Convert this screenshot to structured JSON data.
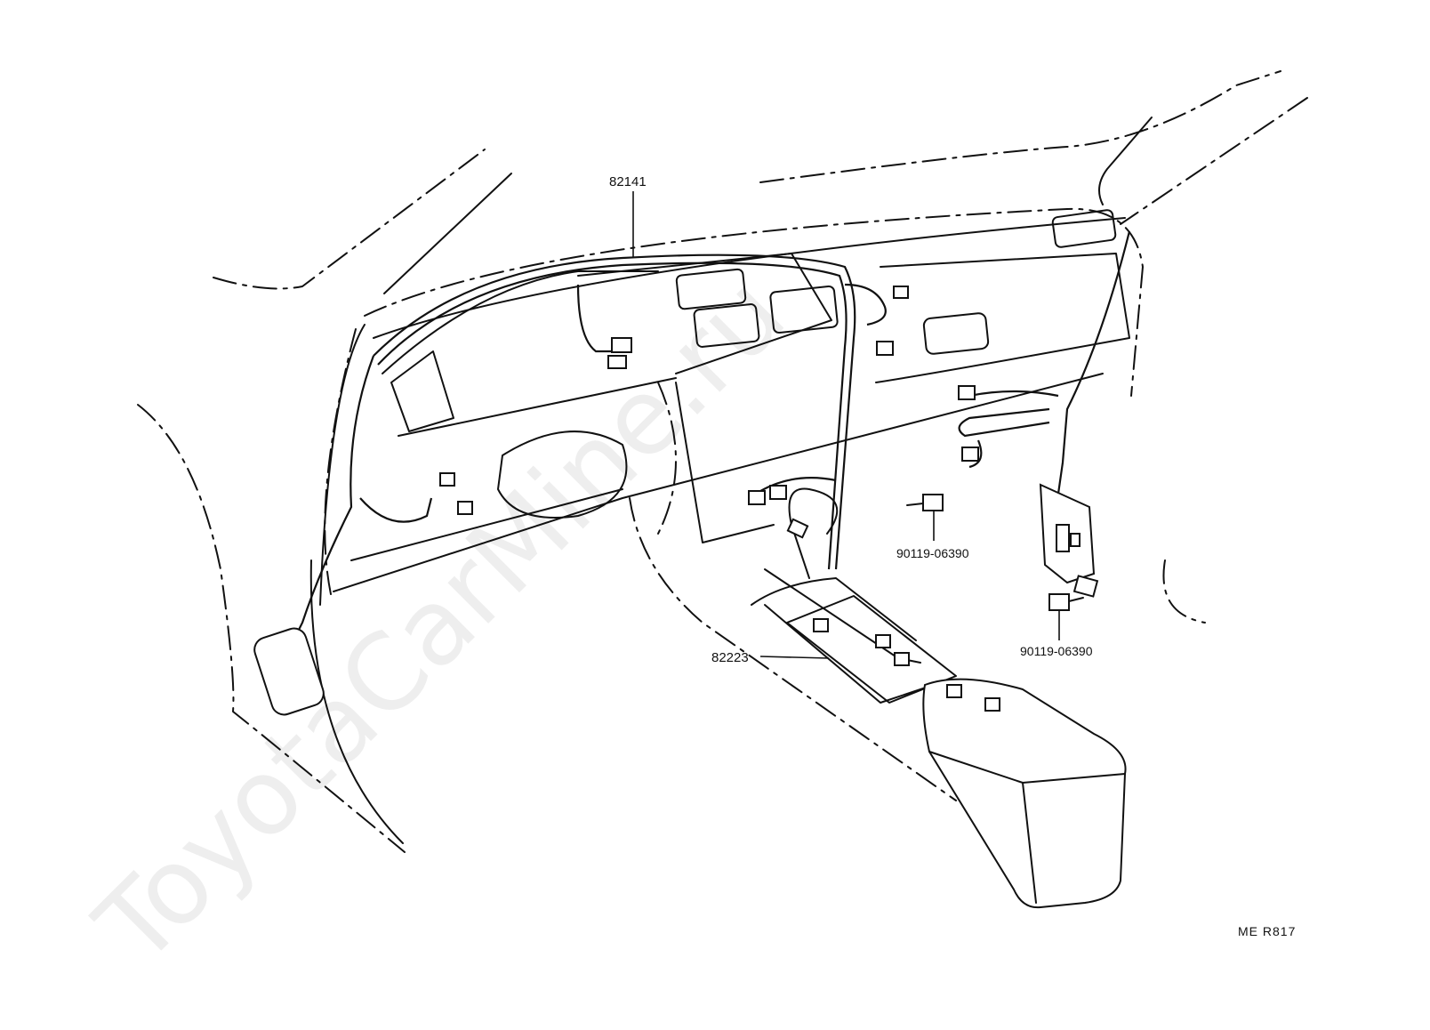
{
  "watermark": "ToyotaCarMine.ru",
  "callouts": {
    "instrument_panel_harness": "82141",
    "console_harness": "82223",
    "bolt_upper": "90119-06390",
    "bolt_lower": "90119-06390"
  },
  "figure_code": "ME  R817"
}
